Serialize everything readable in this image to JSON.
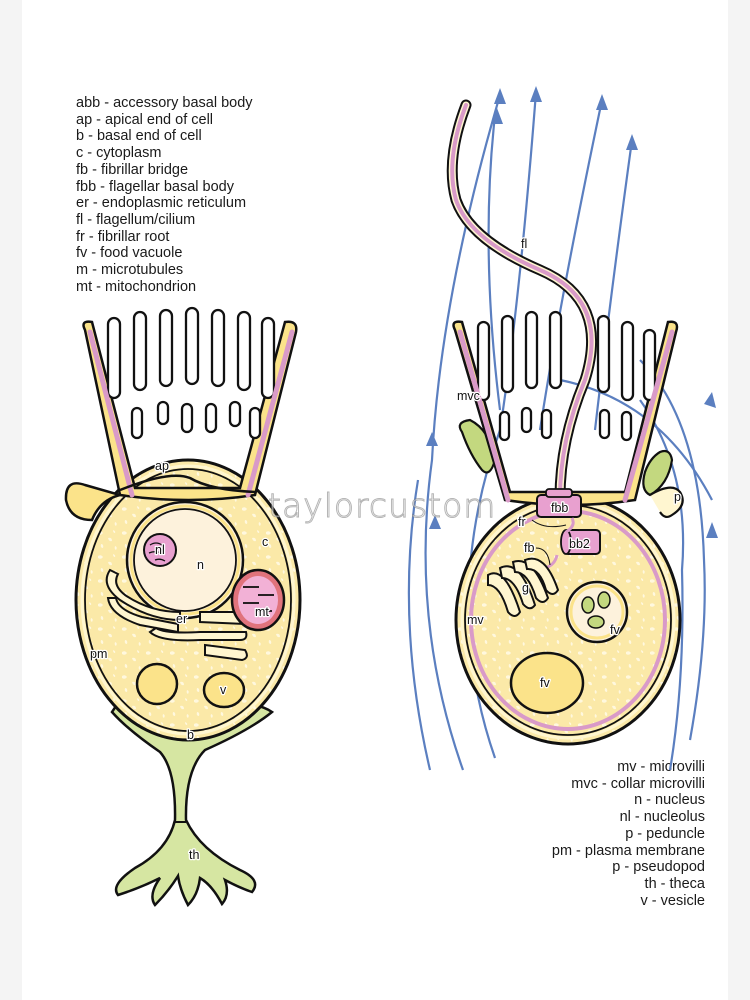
{
  "legend_left": [
    {
      "abbr": "abb",
      "text": "abb - accessory basal body"
    },
    {
      "abbr": "ap",
      "text": "ap - apical end of cell"
    },
    {
      "abbr": "b",
      "text": "b - basal end of cell"
    },
    {
      "abbr": "c",
      "text": "c - cytoplasm"
    },
    {
      "abbr": "fb",
      "text": "fb - fibrillar bridge"
    },
    {
      "abbr": "fbb",
      "text": "fbb - flagellar basal body"
    },
    {
      "abbr": "er",
      "text": "er - endoplasmic reticulum"
    },
    {
      "abbr": "fl",
      "text": "fl - flagellum/cilium"
    },
    {
      "abbr": "fr",
      "text": "fr - fibrillar root"
    },
    {
      "abbr": "fv",
      "text": "fv - food vacuole"
    },
    {
      "abbr": "m",
      "text": "m - microtubules"
    },
    {
      "abbr": "mt",
      "text": "mt - mitochondrion"
    }
  ],
  "legend_right": [
    {
      "abbr": "mv",
      "text": "mv - microvilli"
    },
    {
      "abbr": "mvc",
      "text": "mvc - collar microvilli"
    },
    {
      "abbr": "n",
      "text": "n - nucleus"
    },
    {
      "abbr": "nl",
      "text": "nl - nucleolus"
    },
    {
      "abbr": "p",
      "text": "p - peduncle"
    },
    {
      "abbr": "pm",
      "text": "pm - plasma membrane"
    },
    {
      "abbr": "p",
      "text": "p - pseudopod"
    },
    {
      "abbr": "th",
      "text": "th - theca"
    },
    {
      "abbr": "v",
      "text": "v - vesicle"
    }
  ],
  "left_cell_labels": {
    "ap": "ap",
    "c": "c",
    "nl": "nl",
    "n": "n",
    "mt": "mt",
    "er": "er",
    "pm": "pm",
    "v": "v",
    "b": "b",
    "th": "th"
  },
  "right_cell_labels": {
    "fl": "fl",
    "mvc": "mvc",
    "fbb": "fbb",
    "p": "p",
    "fr": "fr",
    "fb": "fb",
    "bb2": "bb2",
    "g": "g",
    "mv": "mv",
    "fv_small": "fv",
    "fv_large": "fv"
  },
  "watermark": "taylorcustom",
  "colors": {
    "background_margin": "#f4f4f4",
    "card": "#ffffff",
    "cytoplasm": "#fbe9a8",
    "collar": "#fbe38a",
    "membrane_inner": "#fff6d0",
    "outline": "#111111",
    "pink": "#d99ac8",
    "theca_green": "#d6e6a2",
    "pseudopod_green": "#c3d87f",
    "mitochondrion": "#e0737c",
    "flow_arrow": "#5b7fc0",
    "nucleus": "#fdf2dc"
  }
}
